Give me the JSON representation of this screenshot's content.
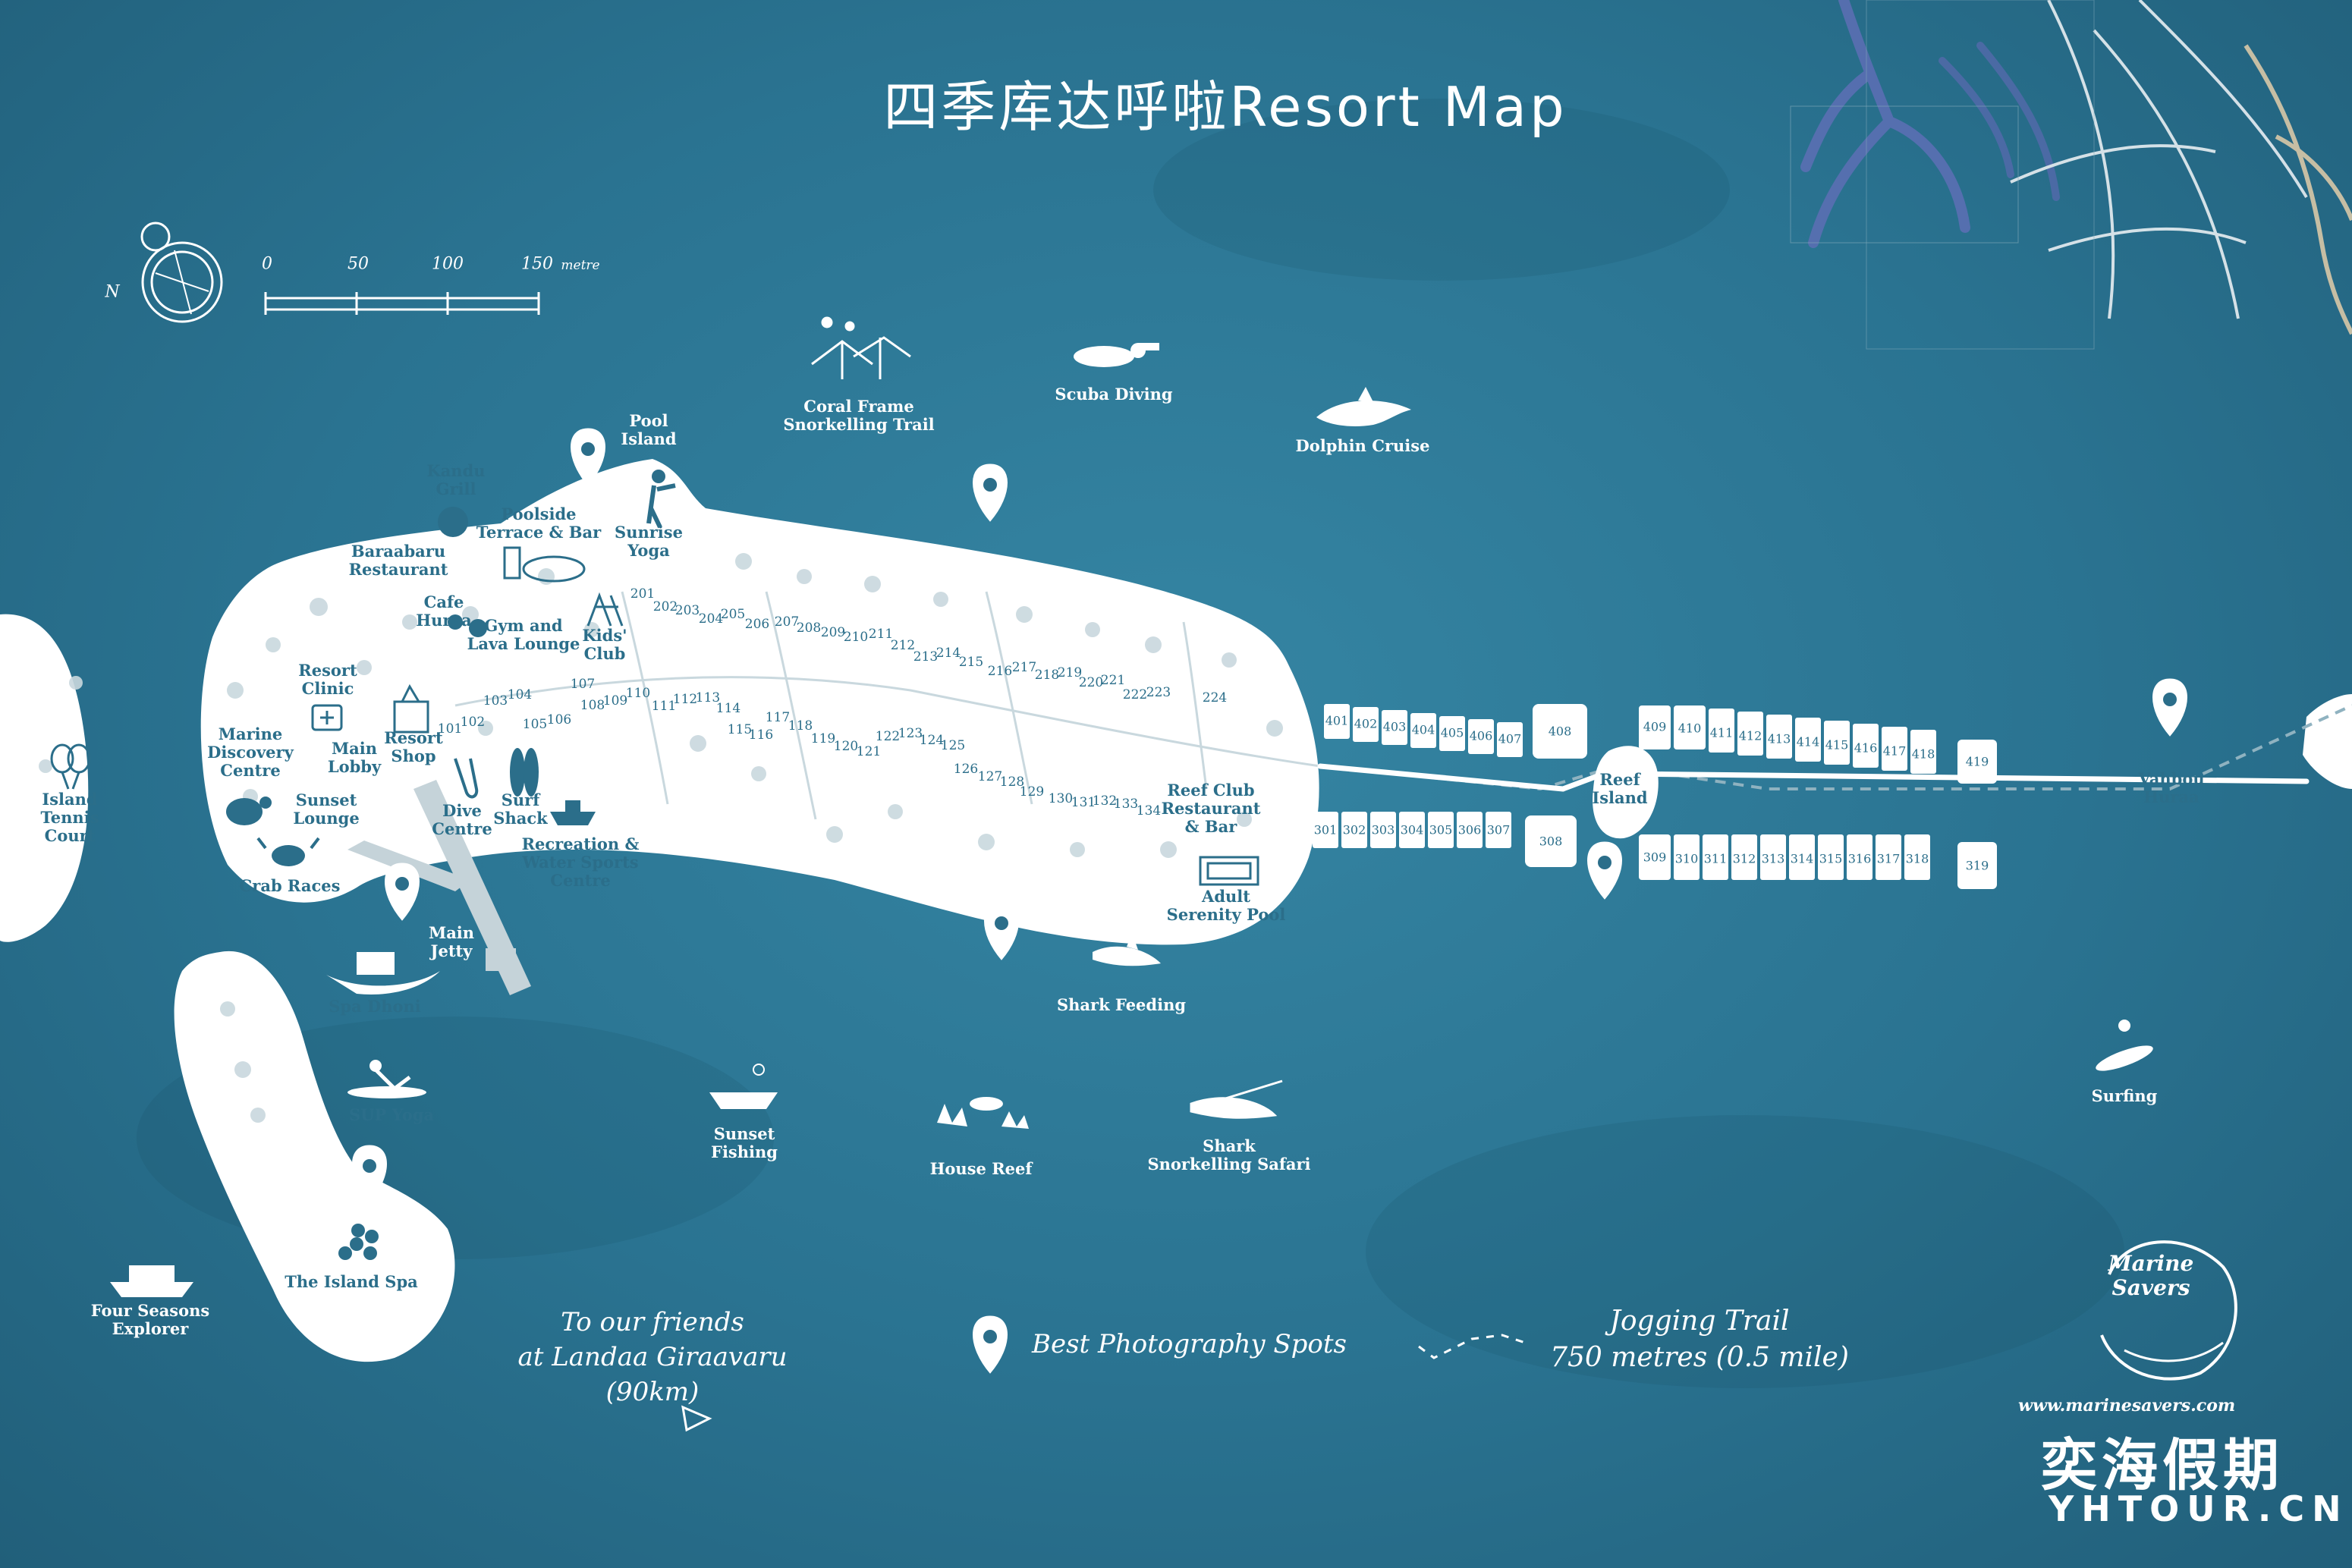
{
  "title": "四季库达呼啦Resort Map",
  "compass": {
    "north_label": "N"
  },
  "scale": {
    "ticks": [
      "0",
      "50",
      "100",
      "150"
    ],
    "unit": "metre"
  },
  "activities": {
    "coral_frame": "Coral Frame\nSnorkelling Trail",
    "scuba": "Scuba Diving",
    "dolphin": "Dolphin Cruise",
    "pool_island": "Pool\nIsland",
    "shark_feeding": "Shark Feeding",
    "house_reef": "House Reef",
    "shark_safari": "Shark\nSnorkelling Safari",
    "sunset_fishing": "Sunset\nFishing",
    "spa_dhoni": "Spa Dhoni",
    "sup_yoga": "SUP Yoga",
    "island_spa": "The Island Spa",
    "four_seasons_explorer": "Four Seasons\nExplorer",
    "island_tennis": "Island\nTennis\nCourt",
    "surfing": "Surfing",
    "crab_races": "Crab Races"
  },
  "facilities": {
    "kandu": "Kandu\nGrill",
    "poolside": "Poolside\nTerrace & Bar",
    "sunrise_yoga": "Sunrise\nYoga",
    "baraabaru": "Baraabaru\nRestaurant",
    "cafe": "Cafe\nHuraa",
    "gym": "Gym and\nLava Lounge",
    "kids": "Kids'\nClub",
    "clinic": "Resort\nClinic",
    "marine": "Marine\nDiscovery\nCentre",
    "lobby": "Main\nLobby",
    "shop": "Resort\nShop",
    "sunset_lounge": "Sunset\nLounge",
    "dive": "Dive\nCentre",
    "surf_shack": "Surf\nShack",
    "recreation": "Recreation &\nWater Sports\nCentre",
    "main_jetty": "Main\nJetty",
    "reef_club": "Reef Club\nRestaurant\n& Bar",
    "adult_pool": "Adult\nSerenity Pool",
    "reef_island": "Reef\nIsland",
    "vahbou": "Vahbou\nHuraa"
  },
  "rooms": {
    "r1": [
      "101",
      "102",
      "103",
      "104",
      "105",
      "106",
      "107",
      "108",
      "109",
      "110",
      "111",
      "112",
      "113",
      "114",
      "115",
      "116",
      "117",
      "118",
      "119",
      "120",
      "121",
      "122",
      "123",
      "124",
      "125",
      "126",
      "127",
      "128",
      "129",
      "130",
      "131",
      "132",
      "133",
      "134"
    ],
    "r2": [
      "201",
      "202",
      "203",
      "204",
      "205",
      "206",
      "207",
      "208",
      "209",
      "210",
      "211",
      "212",
      "213",
      "214",
      "215",
      "216",
      "217",
      "218",
      "219",
      "220",
      "221",
      "222",
      "223",
      "224"
    ]
  },
  "villas": {
    "row400_left": [
      "401",
      "402",
      "403",
      "404",
      "405",
      "406",
      "407"
    ],
    "v408": "408",
    "row400_right": [
      "409",
      "410",
      "411",
      "412",
      "413",
      "414",
      "415",
      "416",
      "417",
      "418"
    ],
    "v419": "419",
    "row300_left": [
      "301",
      "302",
      "303",
      "304",
      "305",
      "306",
      "307"
    ],
    "v308": "308",
    "row300_right": [
      "309",
      "310",
      "311",
      "312",
      "313",
      "314",
      "315",
      "316",
      "317",
      "318"
    ],
    "v319": "319"
  },
  "legend": {
    "friends": "To our friends\nat Landaa Giraavaru (90km)",
    "photo": "Best Photography Spots",
    "jog": "Jogging Trail\n750 metres (0.5 mile)"
  },
  "branding": {
    "marine_savers": "Marine\nSavers",
    "url": "www.marinesavers.com",
    "cn": "奕海假期",
    "yhtour": "YHTOUR.CN"
  },
  "colors": {
    "ocean": "#2a7391",
    "land": "#ffffff",
    "label_dark": "#2b6e8a",
    "tree": "#c9d8de"
  }
}
